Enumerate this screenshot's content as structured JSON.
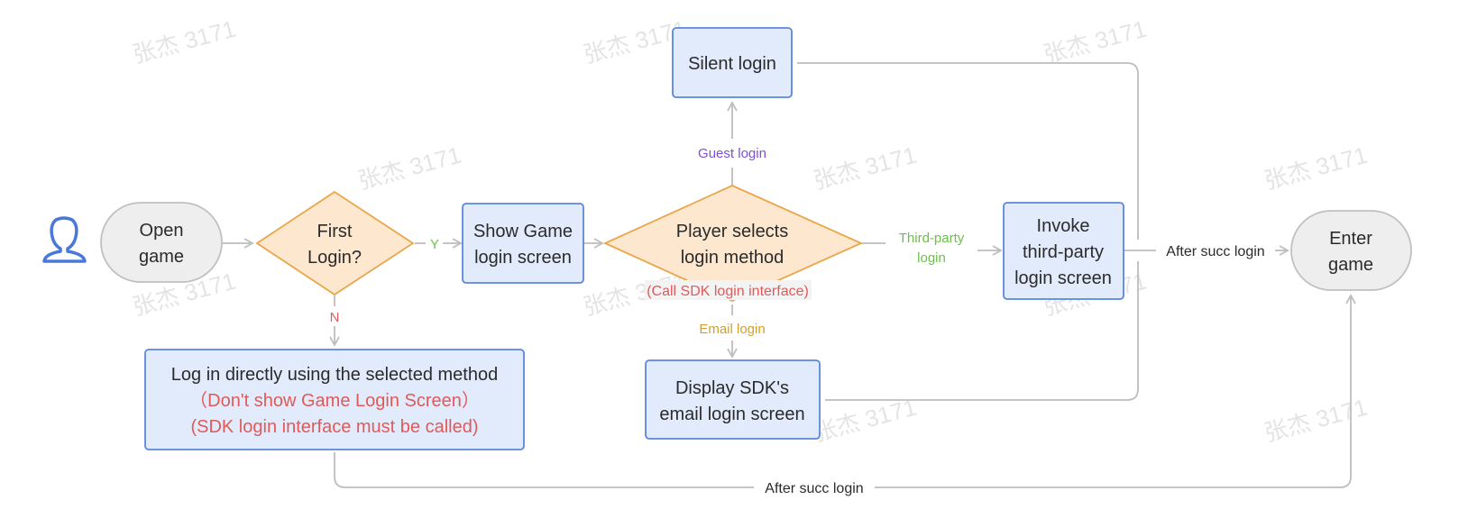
{
  "colors": {
    "blue_fill": "#e2ebfb",
    "blue_stroke": "#5b86db",
    "orange_fill": "#fde7cf",
    "orange_stroke": "#eaa64a",
    "gray_fill": "#eeeeee",
    "gray_stroke": "#c0c0c0",
    "edge": "#bdbdbd",
    "text": "#2b2b2b",
    "red": "#e05a5a",
    "green": "#6cbf4a",
    "purple": "#7b4fd6",
    "gold": "#d3a02a",
    "user_icon": "#4a78d8"
  },
  "watermark": {
    "text": "张杰 3171"
  },
  "nodes": {
    "open_game": {
      "lines": [
        "Open",
        "game"
      ]
    },
    "first_login": {
      "lines": [
        "First",
        "Login?"
      ]
    },
    "show_game": {
      "lines": [
        "Show Game",
        "login screen"
      ]
    },
    "player_selects": {
      "lines": [
        "Player selects",
        "login method"
      ],
      "note": "(Call SDK login interface)"
    },
    "silent_login": {
      "lines": [
        "Silent login"
      ]
    },
    "invoke_third": {
      "lines": [
        "Invoke",
        "third-party",
        "login screen"
      ]
    },
    "display_sdk": {
      "lines": [
        "Display SDK's",
        "email login screen"
      ]
    },
    "log_directly": {
      "lines": [
        "Log in directly using the selected method"
      ],
      "red_lines": [
        "（Don't show Game Login Screen）",
        "(SDK login interface must be called)"
      ]
    },
    "enter_game": {
      "lines": [
        "Enter",
        "game"
      ]
    }
  },
  "edge_labels": {
    "yes": "Y",
    "no": "N",
    "guest": "Guest login",
    "third_party": [
      "Third-party",
      "login"
    ],
    "email": "Email login",
    "after_succ_right": "After succ login",
    "after_succ_bottom": "After succ login"
  }
}
